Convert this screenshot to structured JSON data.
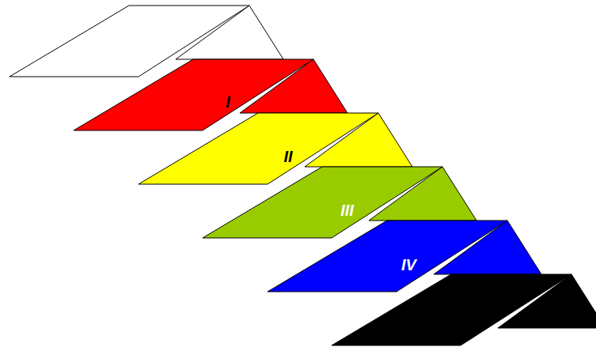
{
  "diagram": {
    "nodes": [
      {
        "text": [
          "I"
        ]
      },
      {
        "text": [
          "II"
        ]
      },
      {
        "text": [
          "III"
        ]
      },
      {
        "text": [
          "IV"
        ]
      }
    ]
  }
}
